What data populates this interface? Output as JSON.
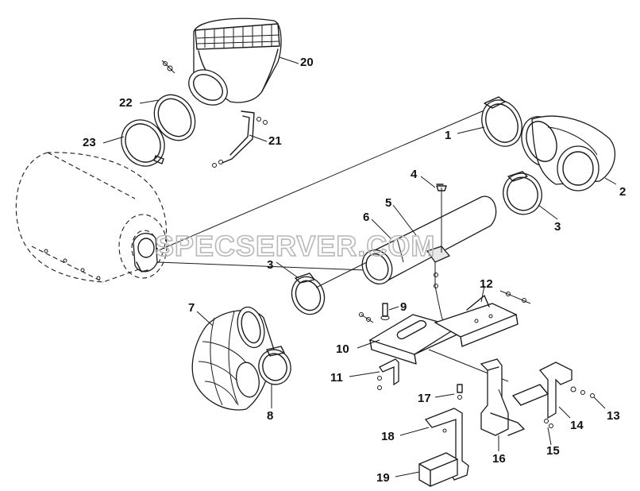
{
  "watermark": "SPECSERVER.COM",
  "callouts": [
    {
      "id": "c1",
      "label": "1"
    },
    {
      "id": "c2",
      "label": "2"
    },
    {
      "id": "c3a",
      "label": "3"
    },
    {
      "id": "c3b",
      "label": "3"
    },
    {
      "id": "c4",
      "label": "4"
    },
    {
      "id": "c5",
      "label": "5"
    },
    {
      "id": "c6",
      "label": "6"
    },
    {
      "id": "c7",
      "label": "7"
    },
    {
      "id": "c8",
      "label": "8"
    },
    {
      "id": "c9",
      "label": "9"
    },
    {
      "id": "c10",
      "label": "10"
    },
    {
      "id": "c11",
      "label": "11"
    },
    {
      "id": "c12",
      "label": "12"
    },
    {
      "id": "c13",
      "label": "13"
    },
    {
      "id": "c14",
      "label": "14"
    },
    {
      "id": "c15",
      "label": "15"
    },
    {
      "id": "c16",
      "label": "16"
    },
    {
      "id": "c17",
      "label": "17"
    },
    {
      "id": "c18",
      "label": "18"
    },
    {
      "id": "c19",
      "label": "19"
    },
    {
      "id": "c20",
      "label": "20"
    },
    {
      "id": "c21",
      "label": "21"
    },
    {
      "id": "c22",
      "label": "22"
    },
    {
      "id": "c23",
      "label": "23"
    }
  ]
}
